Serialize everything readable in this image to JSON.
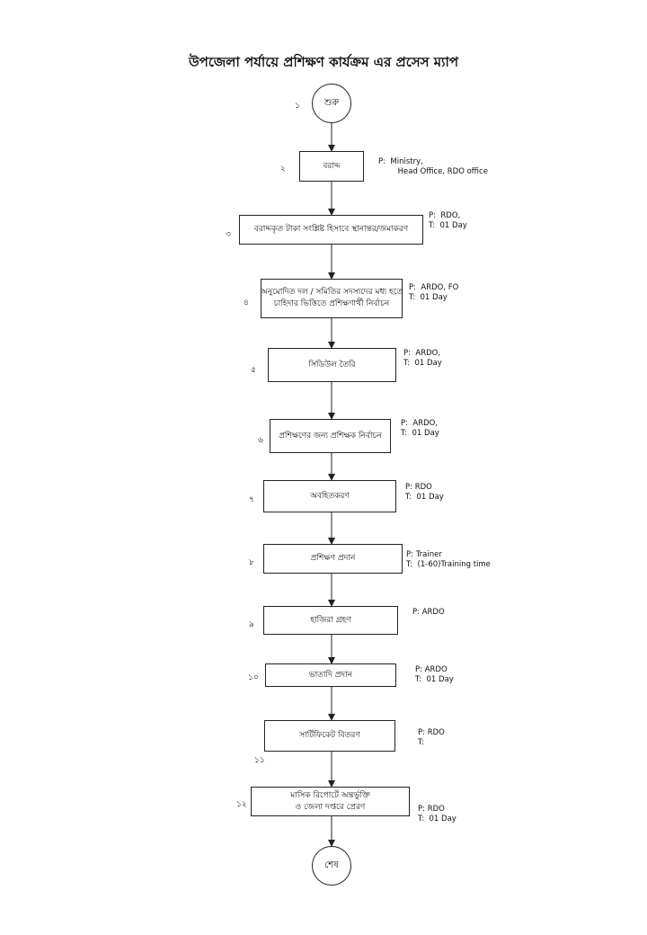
{
  "title": "উপজেলা পর্যায়ে প্রশিক্ষণ কার্যক্রম এর প্রসেস ম্যাপ",
  "start": {
    "label": "শুরু",
    "num": "১"
  },
  "end": {
    "label": "শেষ"
  },
  "steps": [
    {
      "num": "২",
      "label": "বরাদ্দ",
      "note": "P:  Ministry,\n        Head Office, RDO office"
    },
    {
      "num": "৩",
      "label": "বরাদ্দকৃত টাকা সংশ্লিষ্ট হিসাবে স্থানান্তর/জমাকরণ",
      "note": "P:  RDO,\nT:  01 Day"
    },
    {
      "num": "৪",
      "label": "অনুমোদিত দল / সমিতির সদস্যদের মধ্য হতে\nচাহিদার ভিত্তিতে প্রশিক্ষণার্থী নির্বাচন",
      "note": "P:  ARDO, FO\nT:  01 Day"
    },
    {
      "num": "৫",
      "label": "সিডিউল তৈরি",
      "note": "P:  ARDO,\nT:  01 Day"
    },
    {
      "num": "৬",
      "label": "প্রশিক্ষণের জন্য প্রশিক্ষক নির্বাচন",
      "note": "P:  ARDO,\nT:  01 Day"
    },
    {
      "num": "৭",
      "label": "অবহিতকরণ",
      "note": "P: RDO\nT:  01 Day"
    },
    {
      "num": "৮",
      "label": "প্রশিক্ষণ প্রদান",
      "note": "P: Trainer\nT:  (1-60)Training time"
    },
    {
      "num": "৯",
      "label": "হাজিরা গ্রহণ",
      "note": "P: ARDO"
    },
    {
      "num": "১০",
      "label": "ভাতাদি প্রদান",
      "note": "P: ARDO\nT:  01 Day"
    },
    {
      "num": "১১",
      "label": "সার্টিফিকেট বিতরণ",
      "note": "P: RDO\nT:"
    },
    {
      "num": "১২",
      "label": "মাসিক রিপোর্টে অন্তর্ভুক্তি\nও জেলা দপ্তরে প্রেরণ",
      "note": "P: RDO\nT:  01 Day"
    }
  ]
}
